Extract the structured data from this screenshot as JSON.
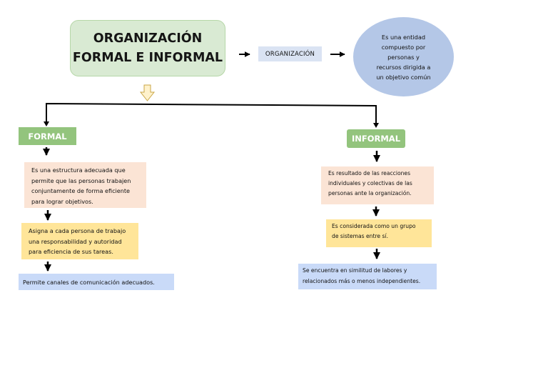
{
  "title": {
    "line1": "ORGANIZACIÓN",
    "line2": "FORMAL E INFORMAL"
  },
  "organizacion": {
    "label": "ORGANIZACIÓN"
  },
  "definition": {
    "lines": [
      "Es una entidad",
      "compuesto por",
      "personas y",
      "recursos dirigida a",
      "un objetivo común"
    ]
  },
  "formal": {
    "heading": "FORMAL",
    "items": [
      {
        "lines": [
          "Es una estructura adecuada que",
          "permite que las personas trabajen",
          "conjuntamente de forma eficiente",
          "para lograr objetivos."
        ]
      },
      {
        "lines": [
          "Asigna a cada persona de trabajo",
          "una responsabilidad y autoridad",
          "para eficiencia de sus tareas."
        ]
      },
      {
        "lines": [
          "Permite canales de comunicación adecuados."
        ]
      }
    ]
  },
  "informal": {
    "heading": "INFORMAL",
    "items": [
      {
        "lines": [
          "Es resultado de las reacciones",
          "individuales y colectivas de las",
          "personas ante la organización."
        ]
      },
      {
        "lines": [
          "Es considerada como un grupo",
          "de sistemas entre sí."
        ]
      },
      {
        "lines": [
          "Se encuentra en similitud de labores y",
          "relacionados más o menos independientes."
        ]
      }
    ]
  },
  "colors": {
    "title_fill": "#d9ead3",
    "heading_fill": "#93c47d",
    "peach_fill": "#fbe4d5",
    "yellow_fill": "#ffe599",
    "blue_fill": "#c9daf8",
    "ellipse_fill": "#b4c7e7",
    "hollow_arrow_fill": "#fff2cc"
  }
}
